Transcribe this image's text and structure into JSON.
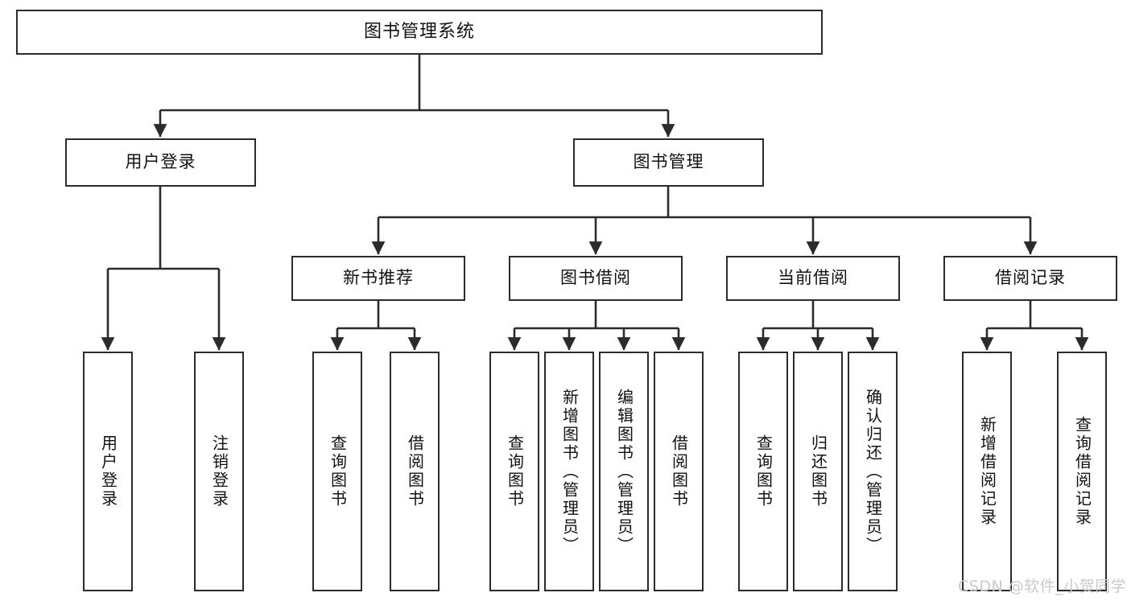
{
  "diagram": {
    "title": "图书管理系统",
    "type": "tree-hierarchy-diagram",
    "watermark": "CSDN @软件_小贺同学",
    "colors": {
      "stroke": "#2b2b2b",
      "fill": "#ffffff",
      "text": "#121212",
      "watermark": "#c9c9c9",
      "background": "#ffffff"
    },
    "nodes": {
      "root": {
        "label": "图书管理系统"
      },
      "level2": [
        {
          "id": "user-login",
          "label": "用户登录"
        },
        {
          "id": "book-manage",
          "label": "图书管理"
        }
      ],
      "level3": [
        {
          "id": "new-book-recommend",
          "label": "新书推荐"
        },
        {
          "id": "book-borrow",
          "label": "图书借阅"
        },
        {
          "id": "current-borrow",
          "label": "当前借阅"
        },
        {
          "id": "borrow-record",
          "label": "借阅记录"
        }
      ],
      "leaves": {
        "user_login": [
          {
            "id": "leaf-user-login",
            "label": "用户登录"
          },
          {
            "id": "leaf-logout-login",
            "label": "注销登录"
          }
        ],
        "new_book_recommend": [
          {
            "id": "leaf-query-book-1",
            "label": "查询图书"
          },
          {
            "id": "leaf-borrow-book-1",
            "label": "借阅图书"
          }
        ],
        "book_borrow": [
          {
            "id": "leaf-query-book-2",
            "label": "查询图书"
          },
          {
            "id": "leaf-add-book",
            "label": "新增图书（管理员）"
          },
          {
            "id": "leaf-edit-book",
            "label": "编辑图书（管理员）"
          },
          {
            "id": "leaf-borrow-book-2",
            "label": "借阅图书"
          }
        ],
        "current_borrow": [
          {
            "id": "leaf-query-book-3",
            "label": "查询图书"
          },
          {
            "id": "leaf-return-book",
            "label": "归还图书"
          },
          {
            "id": "leaf-confirm-return",
            "label": "确认归还（管理员）"
          }
        ],
        "borrow_record": [
          {
            "id": "leaf-add-record",
            "label": "新增借阅记录"
          },
          {
            "id": "leaf-query-record",
            "label": "查询借阅记录"
          }
        ]
      }
    }
  }
}
